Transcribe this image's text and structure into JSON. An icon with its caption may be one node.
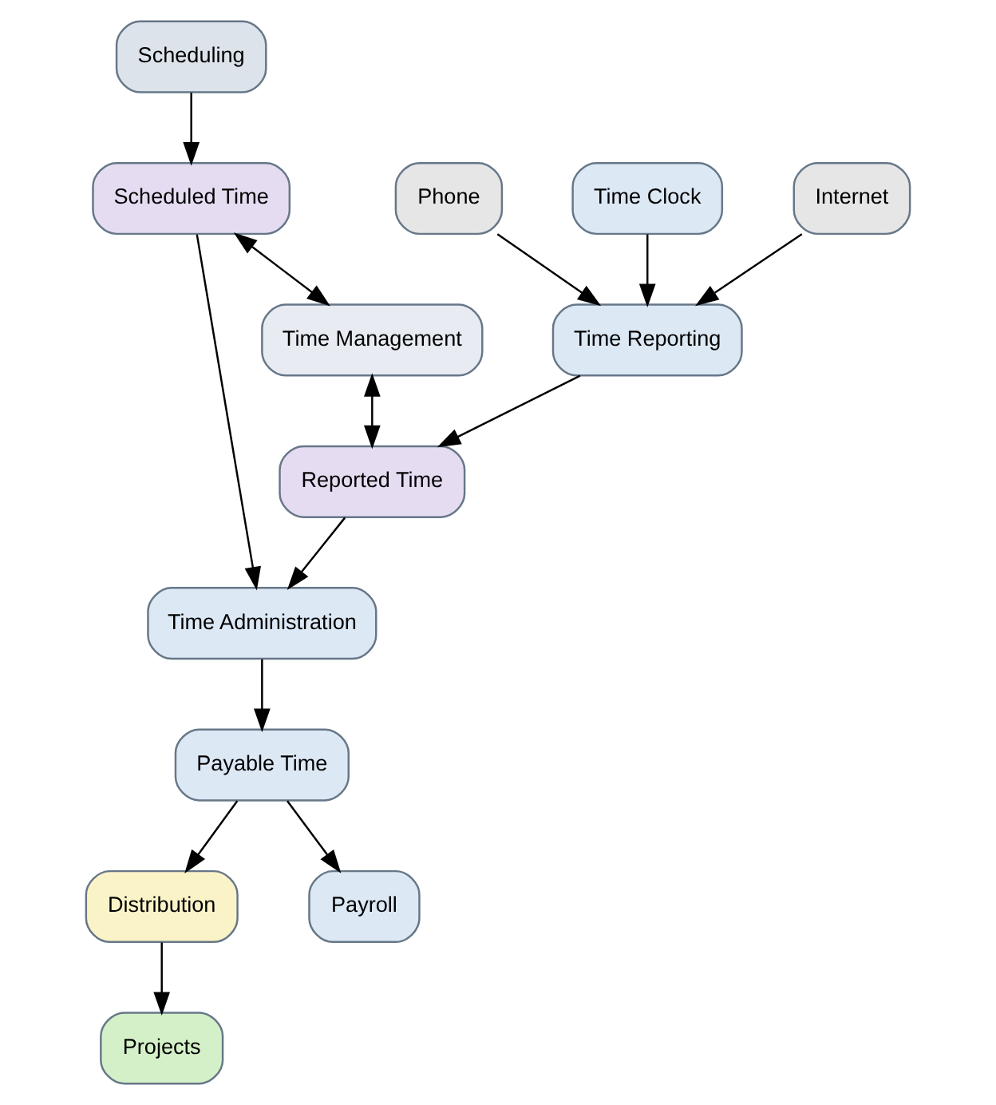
{
  "diagram": {
    "nodes": [
      {
        "text": [
          "Scheduling"
        ]
      },
      {
        "text": [
          "Scheduled Time"
        ]
      },
      {
        "text": [
          "Time Administration"
        ]
      },
      {
        "text": [
          "Payable Time"
        ]
      },
      {
        "text": [
          "Time Management"
        ]
      },
      {
        "text": [
          "Distribution"
        ]
      },
      {
        "text": [
          "Payroll"
        ]
      },
      {
        "text": [
          "Phone"
        ]
      },
      {
        "text": [
          "Reported Time"
        ]
      },
      {
        "text": [
          "Projects"
        ]
      },
      {
        "text": [
          "Time Reporting"
        ]
      },
      {
        "text": [
          "Time Clock"
        ]
      },
      {
        "text": [
          "Internet"
        ]
      }
    ],
    "edges": [
      {
        "from": 0,
        "to": 1,
        "arrow": "to"
      },
      {
        "from": 1,
        "to": 2,
        "arrow": "to"
      },
      {
        "from": 2,
        "to": 3,
        "arrow": "to"
      },
      {
        "from": 1,
        "to": 4,
        "arrow": "both"
      },
      {
        "from": 4,
        "to": 8,
        "arrow": "both"
      },
      {
        "from": 8,
        "to": 2,
        "arrow": "to"
      },
      {
        "from": 3,
        "to": 5,
        "arrow": "to"
      },
      {
        "from": 3,
        "to": 6,
        "arrow": "to"
      },
      {
        "from": 5,
        "to": 9,
        "arrow": "to"
      },
      {
        "from": 7,
        "to": 10,
        "arrow": "to"
      },
      {
        "from": 10,
        "to": 8,
        "arrow": "to"
      },
      {
        "from": 11,
        "to": 10,
        "arrow": "to"
      },
      {
        "from": 12,
        "to": 10,
        "arrow": "to"
      }
    ]
  }
}
